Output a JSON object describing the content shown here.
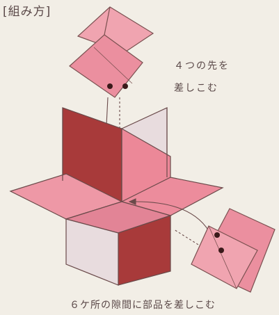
{
  "title": "[組み方]",
  "notes": {
    "insert_tips_line1": "４つの先を",
    "insert_tips_line2": "差しこむ"
  },
  "caption": "６ケ所の隙間に部品を差しこむ",
  "colors": {
    "background": "#f2eee6",
    "light_pink": "#ee9aa8",
    "mid_pink": "#e88090",
    "dark_red": "#a83a3a",
    "pale_panel": "#e8dcde",
    "outline": "#6a4a4a"
  }
}
